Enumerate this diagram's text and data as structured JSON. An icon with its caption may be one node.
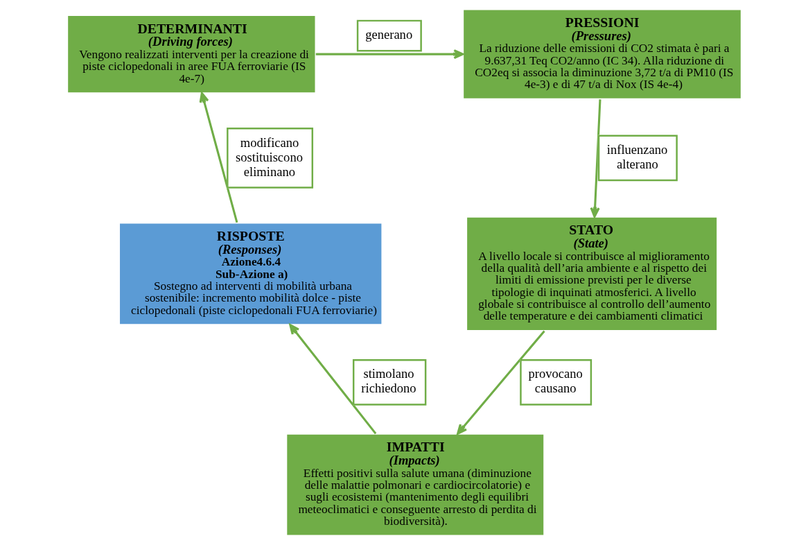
{
  "diagram": {
    "nodes": [
      {
        "text": [
          "DETERMINANTI",
          "(Driving forces)",
          "Vengono realizzati interventi per la creazione di piste ciclopedonali in aree FUA ferroviarie (IS 4e-7)"
        ]
      },
      {
        "text": [
          "PRESSIONI",
          "(Pressures)",
          "La riduzione delle emissioni di CO2 stimata è pari a 9.637,31 Teq CO2/anno (IC 34). Alla riduzione di CO2eq si associa la diminuzione 3,72 t/a di PM10 (IS 4e-3) e di 47 t/a di Nox (IS 4e-4)"
        ]
      },
      {
        "text": [
          "STATO",
          "(State)",
          "A livello locale si contribuisce al miglioramento della qualità dell’aria ambiente e al rispetto dei limiti di emissione previsti per le diverse tipologie di inquinati atmosferici. A livello globale si contribuisce al controllo dell’aumento delle temperature e dei cambiamenti climatici"
        ]
      },
      {
        "text": [
          "IMPATTI",
          "(Impacts)",
          "Effetti positivi sulla salute umana (diminuzione delle malattie polmonari e cardiocircolatorie) e sugli ecosistemi (mantenimento degli equilibri meteoclimatici e conseguente arresto di perdita di biodiversità)."
        ]
      },
      {
        "text": [
          "RISPOSTE",
          "(Responses)",
          "Azione4.6.4",
          "**Sub-Azione a)** Sostegno ad interventi di mobilità urbana sostenibile: incremento mobilità dolce - piste ciclopedonali (piste ciclopedonali FUA ferroviarie)"
        ]
      }
    ],
    "edges": [
      {
        "from": 0,
        "to": 1,
        "arrow": "to",
        "label": "generano"
      },
      {
        "from": 1,
        "to": 2,
        "arrow": "to",
        "label": "influenzano alterano"
      },
      {
        "from": 2,
        "to": 3,
        "arrow": "to",
        "label": "provocano causano"
      },
      {
        "from": 3,
        "to": 4,
        "arrow": "to",
        "label": "stimolano richiedono"
      },
      {
        "from": 4,
        "to": 0,
        "arrow": "to",
        "label": "modificano sostituiscono eliminano"
      }
    ]
  }
}
